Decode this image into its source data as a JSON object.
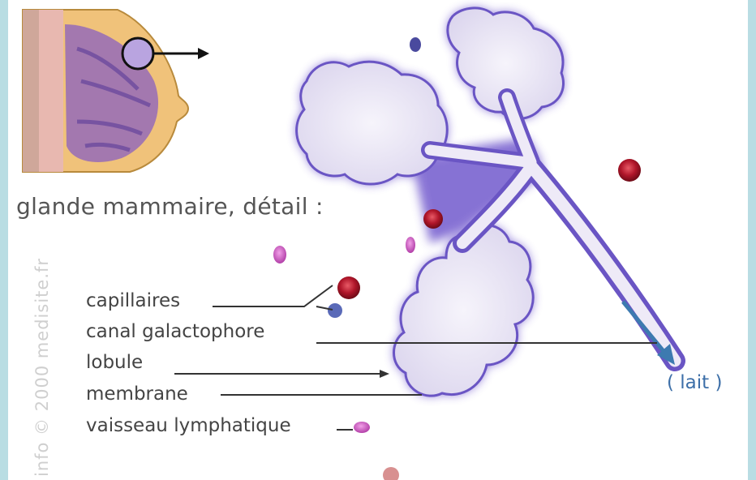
{
  "title": "glande mammaire, détail :",
  "watermark": "info © 2000 medisite.fr",
  "labels": {
    "capillaires": "capillaires",
    "canal": "canal galactophore",
    "lobule": "lobule",
    "membrane": "membrane",
    "vaisseau": "vaisseau lymphatique",
    "lait": "( lait )"
  },
  "colors": {
    "background": "#b9dde3",
    "lobule_fill": "#ece8f6",
    "membrane": "#6a55c4",
    "capillary": "#b0162a",
    "lymph": "#c24fb8",
    "breast_skin": "#f0c27a",
    "milk_arrow": "#3d7ab0"
  }
}
